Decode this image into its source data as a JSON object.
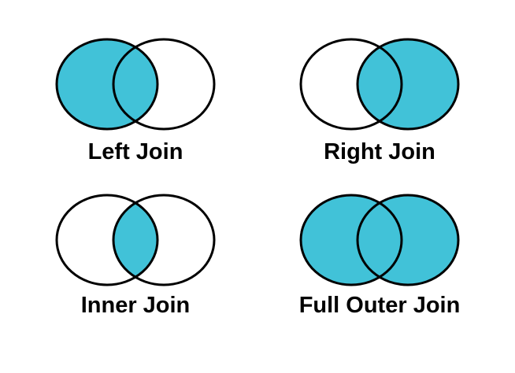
{
  "page": {
    "background": "#ffffff"
  },
  "palette": {
    "highlight": "#41C2D8",
    "empty": "#ffffff",
    "stroke": "#000000",
    "label_color": "#000000"
  },
  "diagrams": [
    {
      "id": "left-join",
      "label": "Left Join",
      "regions": {
        "left": true,
        "intersection": true,
        "right": false
      }
    },
    {
      "id": "right-join",
      "label": "Right Join",
      "regions": {
        "left": false,
        "intersection": true,
        "right": true
      }
    },
    {
      "id": "inner-join",
      "label": "Inner Join",
      "regions": {
        "left": false,
        "intersection": true,
        "right": false
      }
    },
    {
      "id": "full-outer-join",
      "label": "Full Outer Join",
      "regions": {
        "left": true,
        "intersection": true,
        "right": true
      }
    }
  ]
}
